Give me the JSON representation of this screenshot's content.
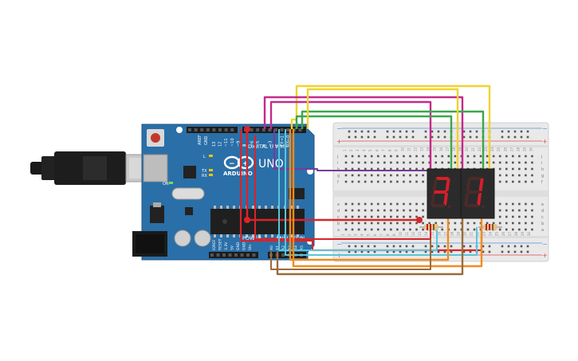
{
  "board": {
    "brand": "ARDUINO",
    "model": "UNO",
    "digital_label": "DIGITAL (PWM~)",
    "power_label": "POWER",
    "analog_label": "ANALOG IN",
    "aref_label": "AREF",
    "gnd_label": "GND",
    "tx_label": "TX",
    "rx_label": "RX",
    "l_label": "L",
    "on_label": "ON",
    "power_pins": [
      "IOREF",
      "RESET",
      "3.3V",
      "5V",
      "GND",
      "GND",
      "Vin"
    ],
    "analog_pins": [
      "A0",
      "A1",
      "A2",
      "A3",
      "A4",
      "A5"
    ],
    "digital_pins": [
      "13",
      "12",
      "~11",
      "~10",
      "~9",
      "8",
      "7",
      "~6",
      "~5",
      "4",
      "~3",
      "2",
      "TX→1",
      "RX←0"
    ]
  },
  "breadboard": {
    "row_letters_top": [
      "j",
      "i",
      "h",
      "g",
      "f"
    ],
    "row_letters_bottom": [
      "e",
      "d",
      "c",
      "b",
      "a"
    ],
    "column_numbers": [
      "1",
      "2",
      "3",
      "4",
      "5",
      "6",
      "7",
      "8",
      "9",
      "10",
      "11",
      "12",
      "13",
      "14",
      "15",
      "16",
      "17",
      "18",
      "19",
      "20",
      "21",
      "22",
      "23",
      "24",
      "25",
      "26",
      "27",
      "28",
      "29",
      "30"
    ],
    "rail_plus": "+",
    "rail_minus": "−"
  },
  "displays": [
    {
      "name": "display-left",
      "segments_on": [
        "a",
        "b",
        "c",
        "g"
      ],
      "color": "#d4202a"
    },
    {
      "name": "display-right",
      "segments_on": [
        "b",
        "c"
      ],
      "color": "#d4202a"
    }
  ],
  "colors": {
    "board": "#2a6fa8",
    "breadboard": "#e9e9e9",
    "wire_yellow": "#f2d22e",
    "wire_magenta": "#c42a8a",
    "wire_green": "#3aa84a",
    "wire_red": "#d8242a",
    "wire_orange": "#f08c1e",
    "wire_brown": "#9c6a3a",
    "wire_cyan": "#5bc4d8",
    "wire_purple": "#7a3a9a"
  }
}
